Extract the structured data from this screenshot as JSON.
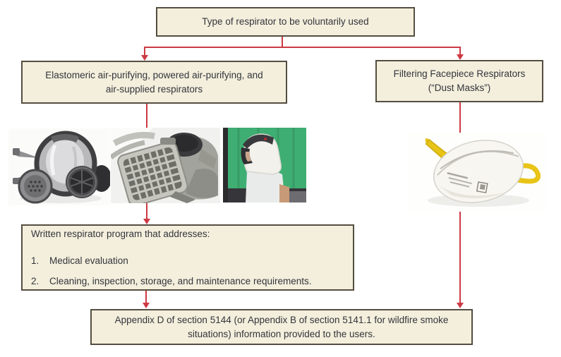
{
  "colors": {
    "background": "#ffffff",
    "box_fill": "#f3efdc",
    "box_border": "#544e41",
    "arrow": "#cd3a43",
    "text": "#34343c"
  },
  "flowchart": {
    "top_box": {
      "text": "Type of respirator to be voluntarily used"
    },
    "left_box": {
      "line1": "Elastomeric air-purifying, powered air-purifying, and",
      "line2": "air-supplied respirators"
    },
    "right_box": {
      "line1": "Filtering Facepiece Respirators",
      "line2": "(“Dust Masks”)"
    },
    "program_box": {
      "title": "Written respirator program that addresses:",
      "items": [
        {
          "num": "1.",
          "text": "Medical evaluation"
        },
        {
          "num": "2.",
          "text": "Cleaning, inspection, storage, and maintenance requirements."
        }
      ]
    },
    "bottom_box": {
      "text": "Appendix D of section 5144 (or Appendix B of section 5141.1 for wildfire smoke situations) information provided to the users."
    },
    "photos": [
      {
        "name": "full-facepiece-elastomeric-respirator-photo"
      },
      {
        "name": "half-mask-elastomeric-respirator-cartridge-photo"
      },
      {
        "name": "powered-air-purifying-respirator-hood-photo"
      },
      {
        "name": "filtering-facepiece-dust-mask-photo"
      }
    ]
  }
}
